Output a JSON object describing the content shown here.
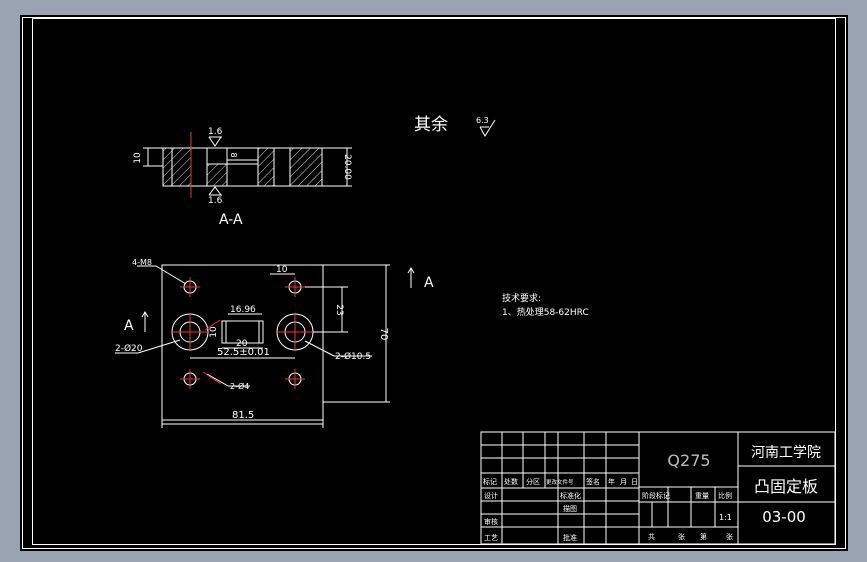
{
  "drawing": {
    "section_view": {
      "dim_thickness": "10",
      "dim_height": "20.00",
      "dim_counterbore": "8",
      "roughness_top": "1.6",
      "roughness_bottom": "1.6",
      "section_label": "A-A"
    },
    "general_roughness": {
      "label": "其余",
      "value": "6.3"
    },
    "plan_view": {
      "thread_label": "4-M8",
      "dim_spacing_10": "10",
      "dim_slot_width": "16.96",
      "dim_slot_depth": "10",
      "dim_20": "20",
      "dim_hole_center": "52.5±0.01",
      "dim_23": "23",
      "dim_height_70": "70",
      "dim_width": "81.5",
      "hole_large": "2-Ø20",
      "hole_mid": "2-Ø10.5",
      "hole_pin": "2-Ø4",
      "cut_left": "A",
      "cut_right": "A"
    },
    "tech_notes": {
      "title": "技术要求:",
      "line1": "1、热处理58-62HRC"
    }
  },
  "title_block": {
    "material": "Q275",
    "school": "河南工学院",
    "part_name": "凸固定板",
    "drawing_number": "03-00",
    "header_cells": [
      "标记",
      "处数",
      "分区",
      "更改文件号",
      "签名",
      "年",
      "月",
      "日"
    ],
    "rows": [
      "设计",
      "标准化",
      "描图",
      "审核",
      "工艺",
      "批准"
    ],
    "stage_headers": [
      "阶段标记",
      "重量",
      "比例"
    ],
    "scale": "1:1",
    "sheets": [
      "共",
      "张",
      "第",
      "张"
    ]
  },
  "colors": {
    "background": "#9aa3b1",
    "paper": "#000000",
    "line": "#ffffff",
    "center": "#ff2a2a",
    "hatch": "#dddddd"
  }
}
